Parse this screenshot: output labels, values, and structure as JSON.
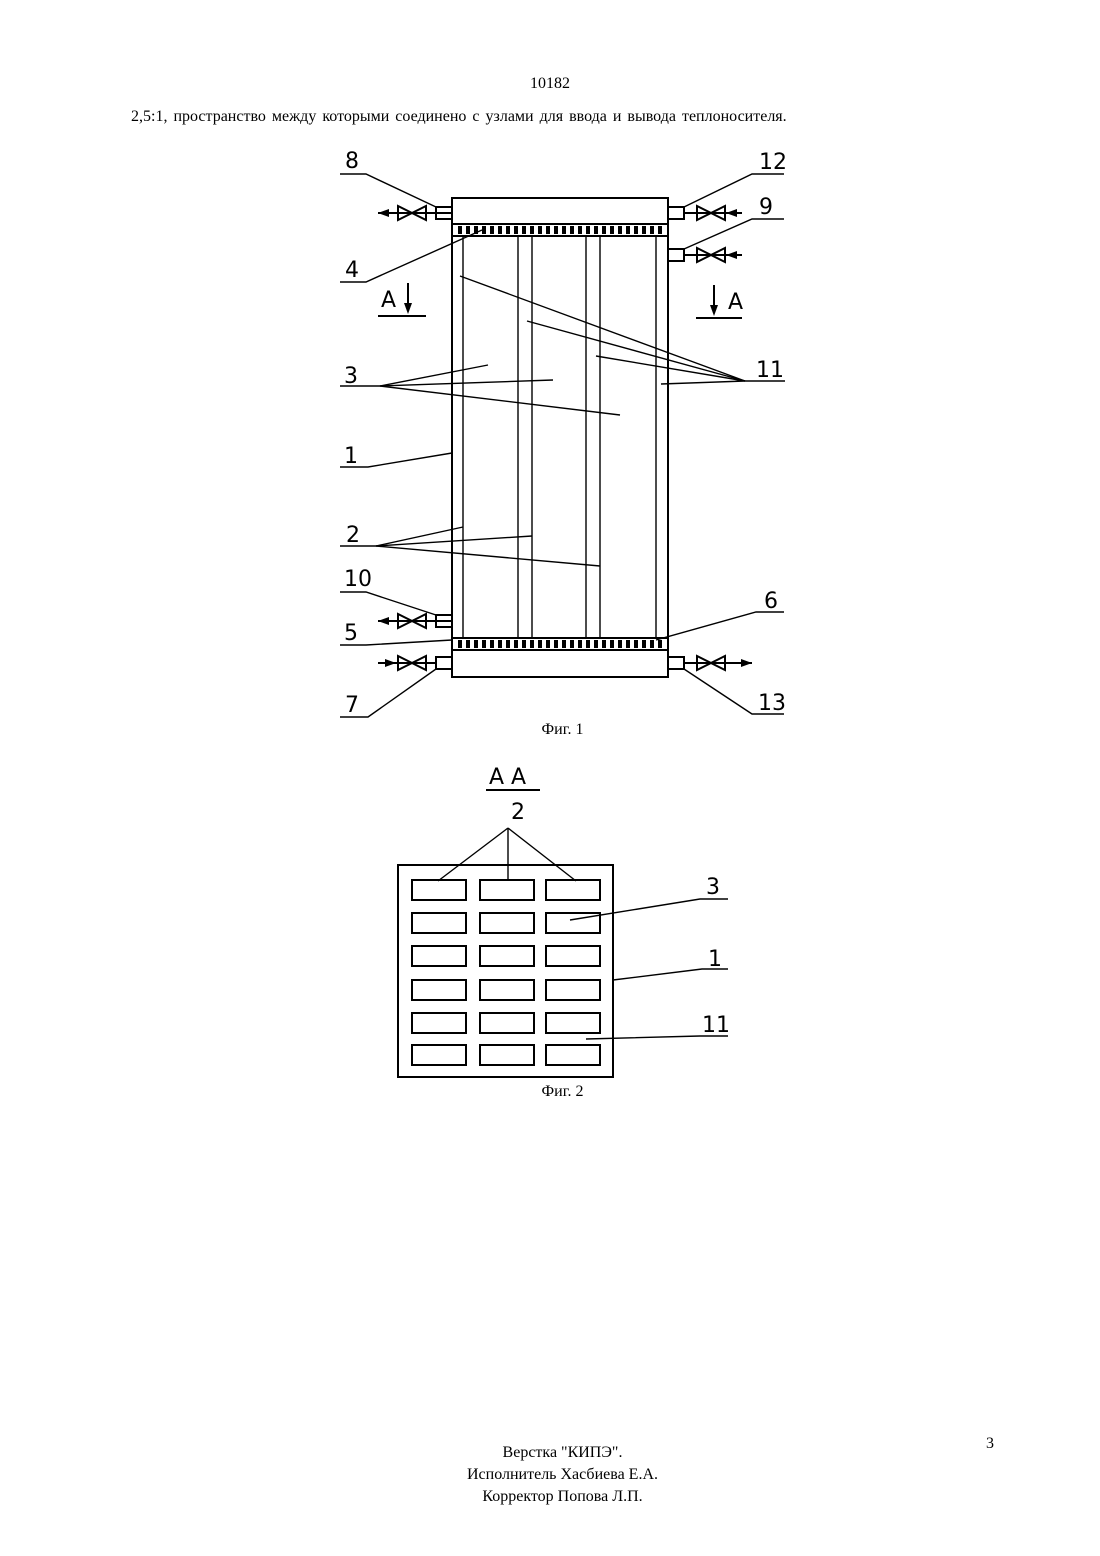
{
  "header": {
    "patent_number": "10182"
  },
  "body": {
    "text": "2,5:1,  пространство  между  которыми  соединено  с      узлами для ввода и вывода теплоносителя."
  },
  "figure1": {
    "caption": "Фиг. 1",
    "labels": {
      "l8": "8",
      "l12": "12",
      "l9": "9",
      "l4": "4",
      "sectionLeft": "A",
      "sectionRight": "A",
      "l3": "3",
      "l11": "11",
      "l1": "1",
      "l2": "2",
      "l10": "10",
      "l5": "5",
      "l6": "6",
      "l7": "7",
      "l13": "13"
    }
  },
  "figure2": {
    "caption": "Фиг. 2",
    "section_title": "A A",
    "labels": {
      "l2": "2",
      "l3": "3",
      "l1": "1",
      "l11": "11"
    },
    "grid": {
      "rows": 6,
      "columns": 3
    }
  },
  "footer": {
    "credits": [
      "Верстка \"КИПЭ\".",
      "Исполнитель Хасбиева Е.А.",
      "Корректор Попова Л.П."
    ],
    "page_number": "3"
  }
}
